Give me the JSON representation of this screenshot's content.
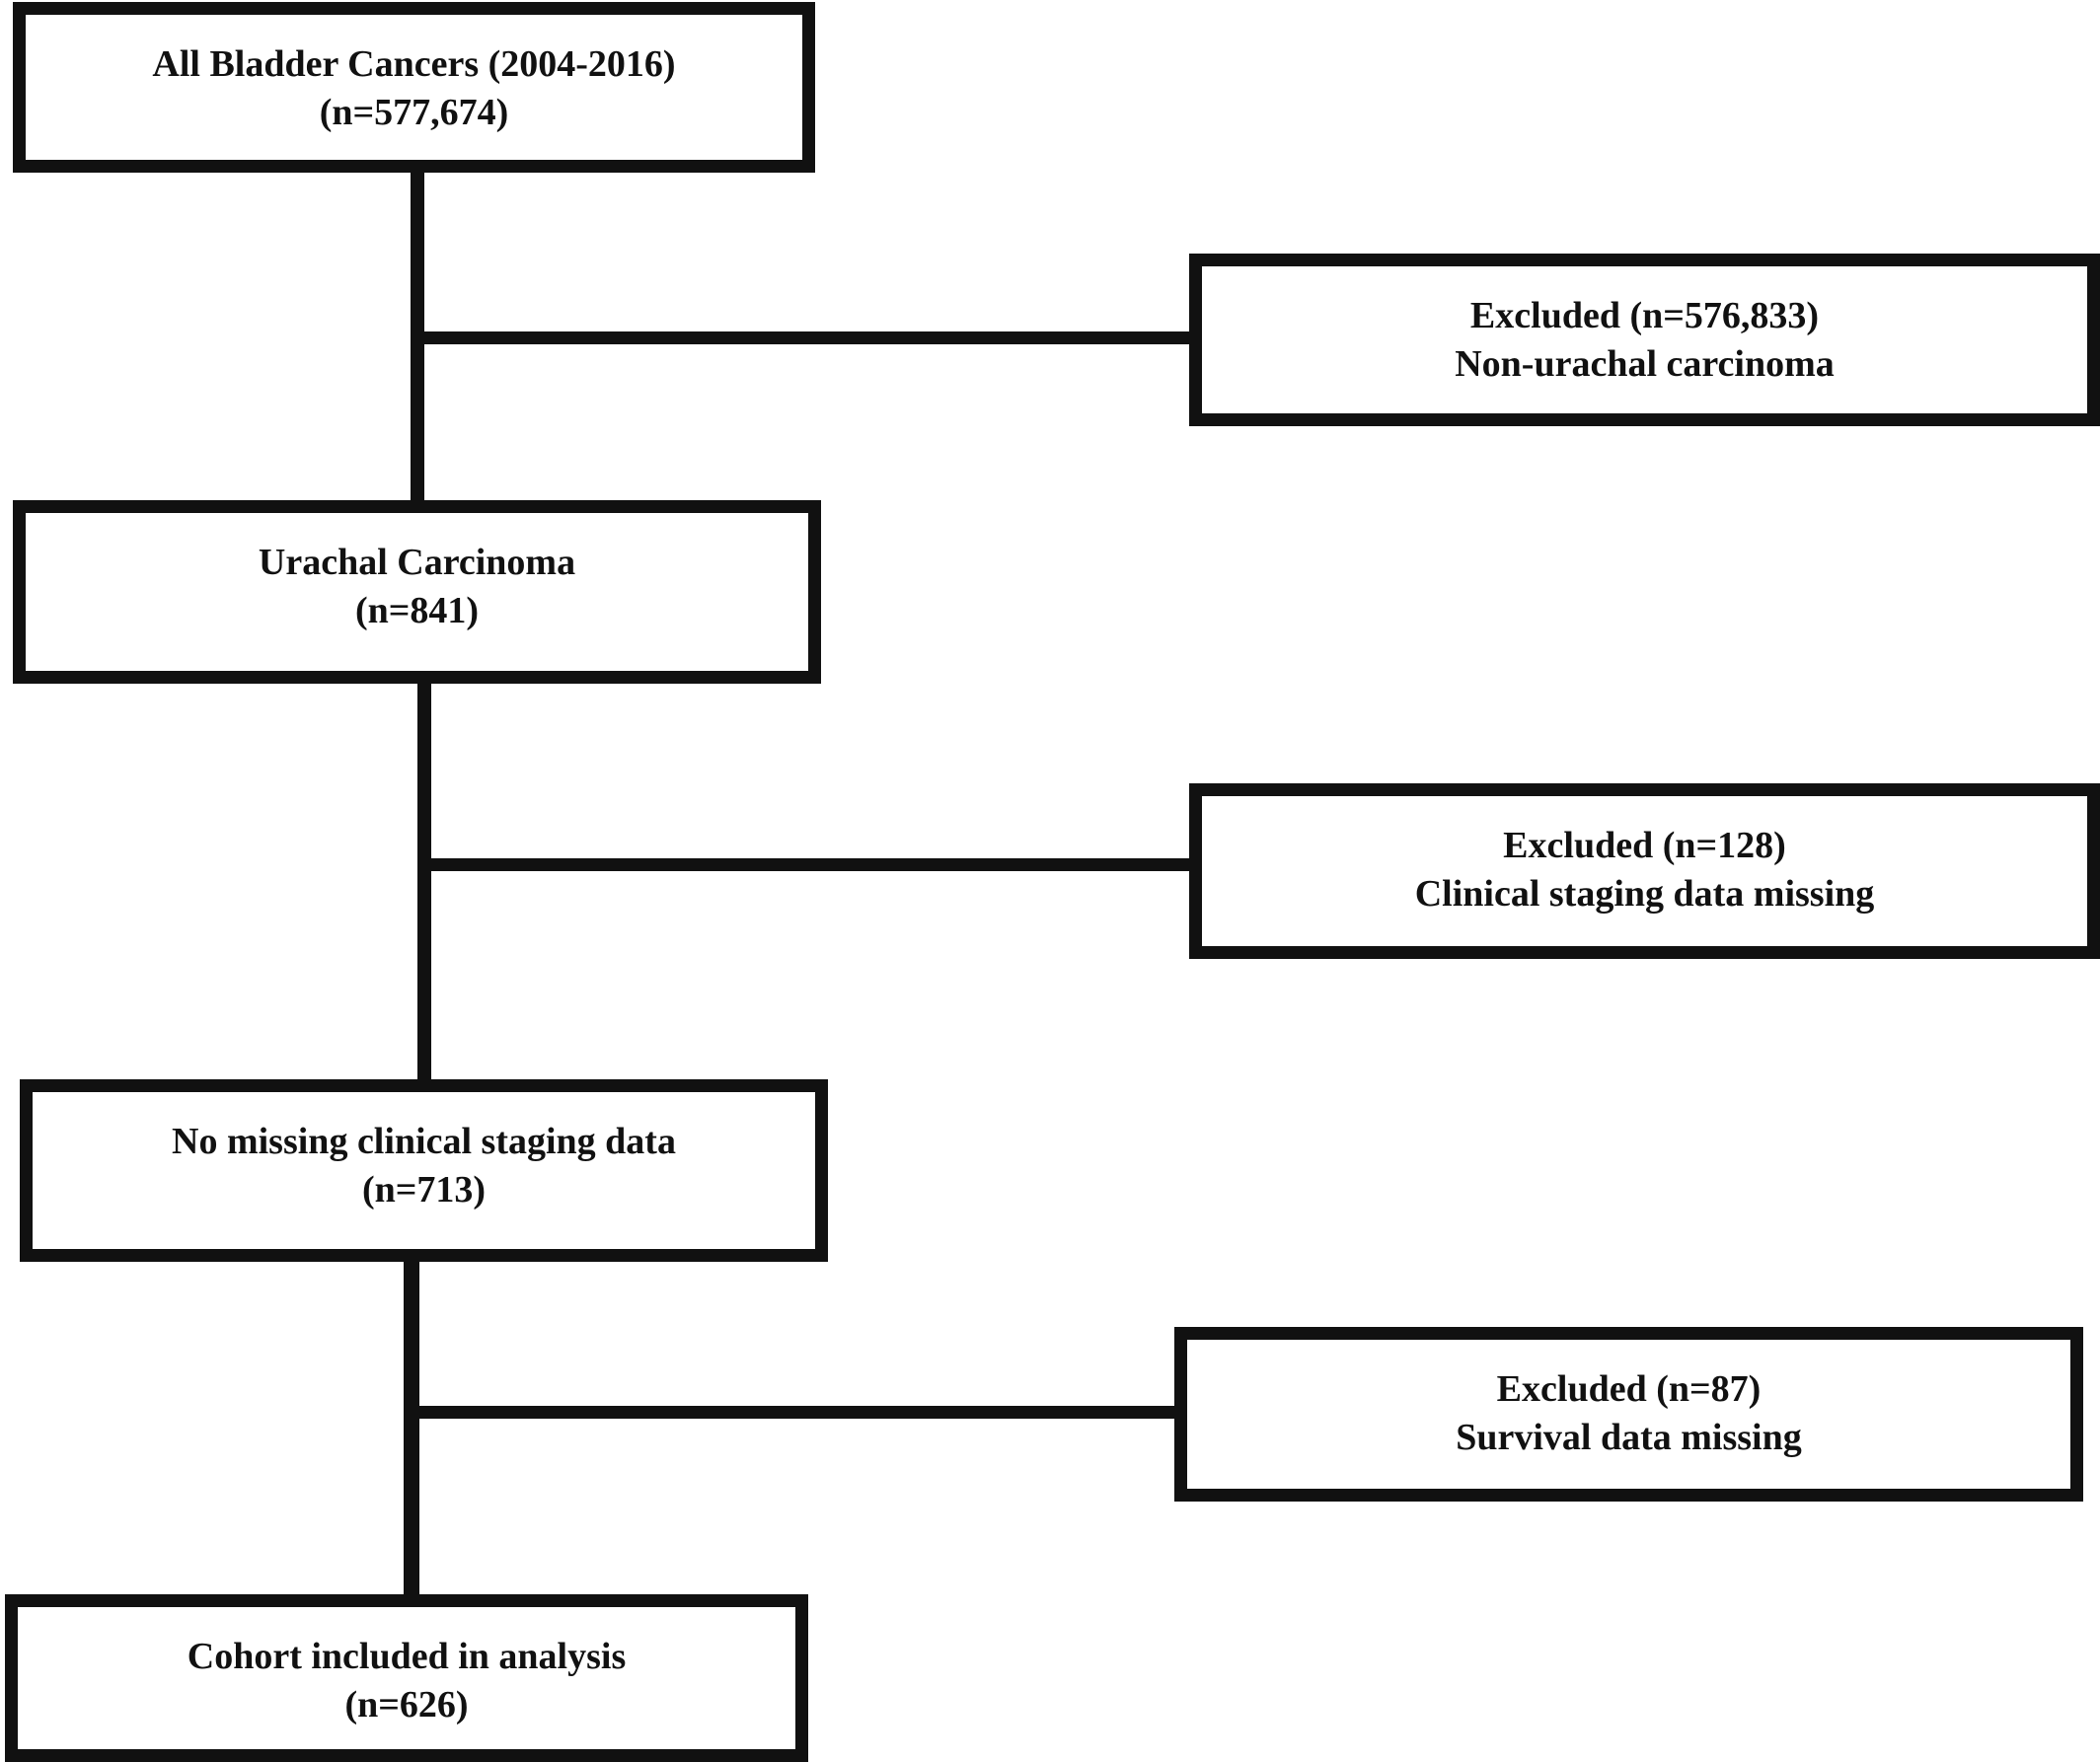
{
  "flowchart": {
    "stages": [
      {
        "label": "All Bladder Cancers (2004-2016)",
        "count": "(n=577,674)"
      },
      {
        "label": "Urachal Carcinoma",
        "count": "(n=841)"
      },
      {
        "label": "No missing clinical staging data",
        "count": "(n=713)"
      },
      {
        "label": "Cohort included in analysis",
        "count": "(n=626)"
      }
    ],
    "exclusions": [
      {
        "label": "Excluded (n=576,833)",
        "reason": "Non-urachal carcinoma"
      },
      {
        "label": "Excluded (n=128)",
        "reason": "Clinical staging data missing"
      },
      {
        "label": "Excluded (n=87)",
        "reason": "Survival data missing"
      }
    ]
  },
  "colors": {
    "line": "#111111",
    "background": "#ffffff"
  }
}
